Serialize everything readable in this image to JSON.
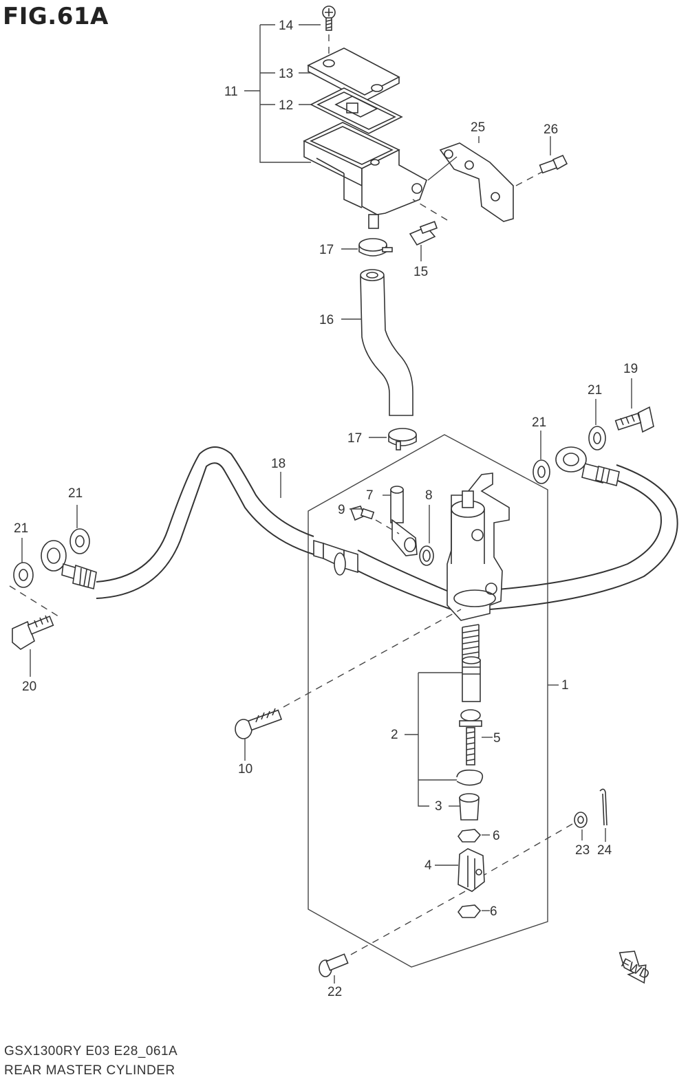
{
  "figure": {
    "title": "FIG.61A",
    "code": "GSX1300RY E03 E28_061A",
    "name": "REAR MASTER CYLINDER",
    "fwd_label": "FWD"
  },
  "callouts": [
    "1",
    "2",
    "3",
    "4",
    "5",
    "6",
    "6",
    "7",
    "8",
    "9",
    "10",
    "11",
    "12",
    "13",
    "14",
    "15",
    "16",
    "17",
    "17",
    "18",
    "19",
    "20",
    "21",
    "21",
    "21",
    "21",
    "22",
    "23",
    "24",
    "25",
    "26"
  ]
}
